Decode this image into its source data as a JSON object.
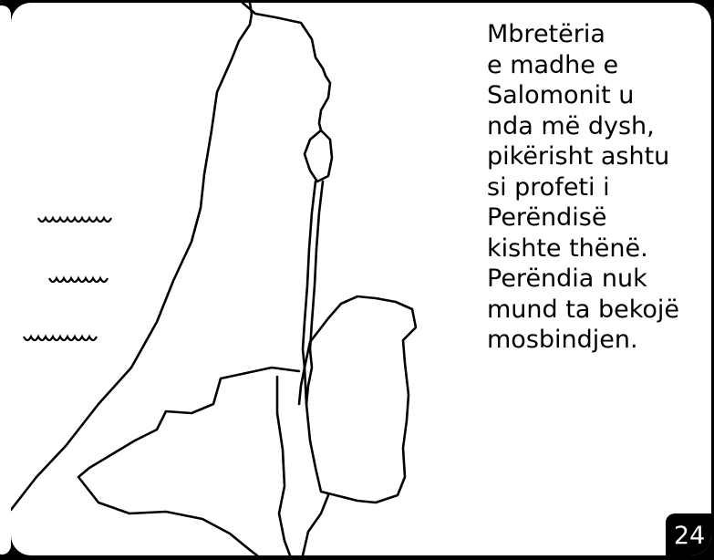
{
  "page": {
    "text": "Mbretëria\ne madhe e\nSalomonit u\nnda më dysh,\npikërisht ashtu\nsi profeti i\nPerëndisë\nkishte thënë.\nPerëndia nuk\nmund ta bekojë\nmosbindjen.",
    "page_number": "24"
  },
  "illustration": {
    "subject": "map-outline",
    "icons": [
      "sea-wave-icon",
      "sea-wave-icon",
      "sea-wave-icon"
    ]
  },
  "colors": {
    "background": "#000000",
    "panel": "#ffffff",
    "ink": "#000000"
  }
}
